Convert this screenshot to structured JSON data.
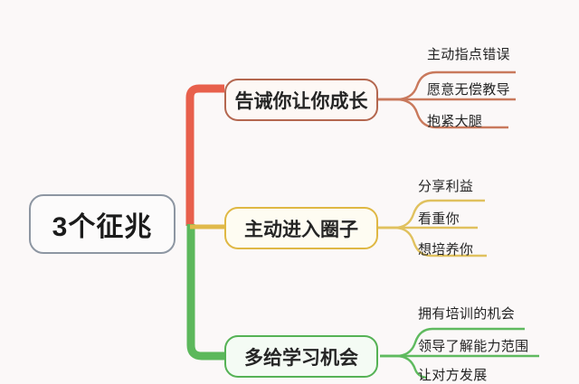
{
  "diagram": {
    "type": "mindmap",
    "background_color": "#fbf8f8",
    "root": {
      "label": "3个征兆",
      "border_color": "#8d96a2"
    },
    "branches": [
      {
        "label": "告诫你让你成长",
        "color": "#b4674f",
        "trunk_color": "#e8604c",
        "leaves": [
          {
            "label": "主动指点错误"
          },
          {
            "label": "愿意无偿教导"
          },
          {
            "label": "抱紧大腿"
          }
        ]
      },
      {
        "label": "主动进入圈子",
        "color": "#dfb844",
        "trunk_color": "#e0b94a",
        "leaves": [
          {
            "label": "分享利益"
          },
          {
            "label": "看重你"
          },
          {
            "label": "想培养你"
          }
        ]
      },
      {
        "label": "多给学习机会",
        "color": "#55b255",
        "trunk_color": "#5cb85c",
        "leaves": [
          {
            "label": "拥有培训的机会"
          },
          {
            "label": "领导了解能力范围"
          },
          {
            "label": "让对方发展"
          }
        ]
      }
    ]
  }
}
